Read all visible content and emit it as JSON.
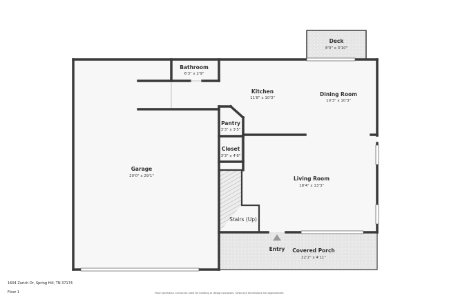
{
  "rooms": {
    "deck": {
      "name": "Deck",
      "dims": "8'0\" x 3'10\""
    },
    "bathroom": {
      "name": "Bathroom",
      "dims": "6'3\" x 2'9\""
    },
    "kitchen": {
      "name": "Kitchen",
      "dims": "11'8\" x 10'3\""
    },
    "dining": {
      "name": "Dining Room",
      "dims": "10'3\" x 10'3\""
    },
    "pantry": {
      "name": "Pantry",
      "dims": "3'3\" x 3'5\""
    },
    "closet": {
      "name": "Closet",
      "dims": "3'3\" x 4'6\""
    },
    "garage": {
      "name": "Garage",
      "dims": "20'0\" x 29'1\""
    },
    "living": {
      "name": "Living Room",
      "dims": "18'4\" x 13'3\""
    },
    "stairs": {
      "name": "Stairs (Up)"
    },
    "entry": {
      "name": "Entry"
    },
    "porch": {
      "name": "Covered Porch",
      "dims": "22'2\" x 4'11\""
    }
  },
  "footer": {
    "address": "1604 Zurich Dr, Spring Hill, TN 37174",
    "floor": "Floor 1",
    "disclaimer": "Floor plans/tour cannot be used for building or design purposes. Sizes and dimensions are approximate."
  },
  "colors": {
    "wall": "#3a3a3a",
    "floor": "#f7f7f7",
    "porch_tile": "#e6e6e6",
    "stairs_hatch": "#9a9a9a"
  }
}
